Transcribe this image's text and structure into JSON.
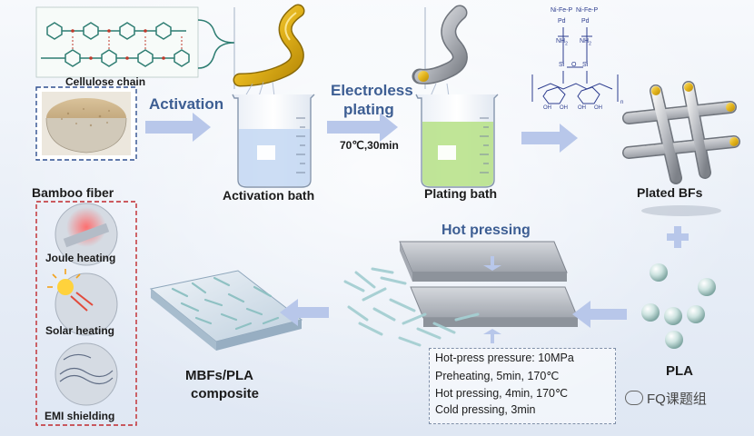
{
  "labels": {
    "cellulose_chain": "Cellulose chain",
    "activation": "Activation",
    "activation_bath": "Activation bath",
    "electroless_line1": "Electroless",
    "electroless_line2": "plating",
    "condition": "70℃,30min",
    "plating_bath": "Plating bath",
    "plated_bfs": "Plated BFs",
    "bamboo_fiber": "Bamboo fiber",
    "joule_heating": "Joule heating",
    "solar_heating": "Solar heating",
    "emi_shielding": "EMI shielding",
    "hot_pressing": "Hot pressing",
    "pla": "PLA",
    "composite_line1": "MBFs/PLA",
    "composite_line2": "composite"
  },
  "chem": {
    "ni_fe_p_1": "Ni-Fe-P",
    "ni_fe_p_2": "Ni-Fe-P",
    "pd_1": "Pd",
    "pd_2": "Pd",
    "nh2_1": "NH",
    "nh2_2": "NH",
    "si_1": "Si",
    "si_2": "Si",
    "o_bridge": "O",
    "oh_1": "OH",
    "oh_2": "OH",
    "oh_3": "OH",
    "oh_4": "OH",
    "n_sub": "n"
  },
  "process_parameters": [
    "Hot-press pressure: 10MPa",
    "Preheating, 5min, 170℃",
    "Hot pressing, 4min, 170℃",
    "Cold pressing, 3min"
  ],
  "watermark": "FQ课题组",
  "colors": {
    "accent_blue": "#3d5e93",
    "arrow_blue": "#b8c7ea",
    "dashed_red": "#c0282c",
    "dashed_blue": "#2f4f8f",
    "plating_gold": "#e3b41c",
    "liquid_blue": "#c6d9f3",
    "liquid_green": "#b9e28c"
  }
}
